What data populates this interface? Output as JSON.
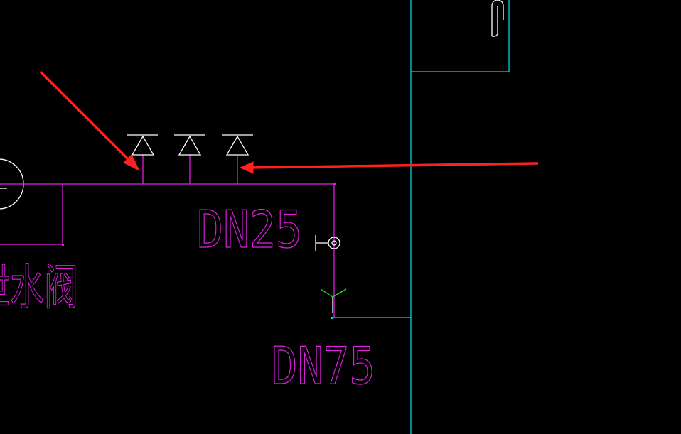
{
  "colors": {
    "background": "#000000",
    "pipe": "#e020e0",
    "wall": "#00d8d8",
    "symbol": "#ffffff",
    "arrow": "#ff2020",
    "accent": "#20e020"
  },
  "labels": {
    "pipe_size_upper": "DN25",
    "pipe_size_lower": "DN75",
    "partial_chinese": "泄水阀"
  },
  "icons": [
    "triangle-valve-icon",
    "triangle-valve-icon",
    "triangle-valve-icon",
    "round-valve-icon",
    "y-funnel-icon",
    "door-latch-icon",
    "red-arrow-icon",
    "red-arrow-icon"
  ]
}
